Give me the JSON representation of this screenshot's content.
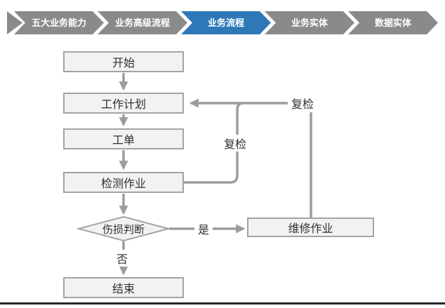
{
  "nav": {
    "items": [
      {
        "label": "五大业务能力",
        "active": false
      },
      {
        "label": "业务高级流程",
        "active": false
      },
      {
        "label": "业务流程",
        "active": true
      },
      {
        "label": "业务实体",
        "active": false
      },
      {
        "label": "数据实体",
        "active": false
      }
    ],
    "active_color": "#2e78b8",
    "inactive_color": "#8a8a8a"
  },
  "flowchart": {
    "nodes": {
      "start": "开始",
      "plan": "工作计划",
      "order": "工单",
      "inspect": "检测作业",
      "decision": "伤损判断",
      "repair": "维修作业",
      "end": "结束"
    },
    "edges": [
      {
        "from": "开始",
        "to": "工作计划",
        "label": ""
      },
      {
        "from": "工作计划",
        "to": "工单",
        "label": ""
      },
      {
        "from": "工单",
        "to": "检测作业",
        "label": ""
      },
      {
        "from": "检测作业",
        "to": "伤损判断",
        "label": ""
      },
      {
        "from": "伤损判断",
        "to": "结束",
        "label": "否"
      },
      {
        "from": "伤损判断",
        "to": "维修作业",
        "label": "是"
      },
      {
        "from": "检测作业",
        "to": "工作计划",
        "label": "复检"
      },
      {
        "from": "维修作业",
        "to": "工作计划",
        "label": "复检"
      }
    ],
    "line_color": "#9c9c9c",
    "node_fill": "#f2f2f2",
    "node_border": "#a3a3a3"
  }
}
